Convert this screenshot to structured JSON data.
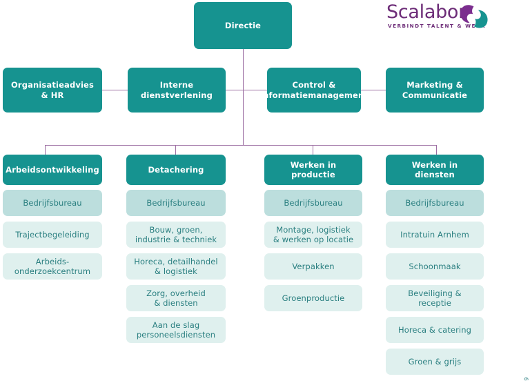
{
  "brand": {
    "name": "Scalabor",
    "tagline": "VERBINDT TALENT & WERK",
    "logo_purple": "#6d2d78",
    "logo_teal": "#169390"
  },
  "colors": {
    "teal": "#169390",
    "light_teal": "#dff0ee",
    "light_teal_shaded": "#bcdedd",
    "connector_purple": "#9d6fa3",
    "light_box_text": "#2a7f80"
  },
  "corner_code": "0819",
  "top": {
    "label": "Directie"
  },
  "staff_row": [
    {
      "label": "Organisatieadvies & HR"
    },
    {
      "label": "Interne dienstverlening"
    },
    {
      "label": "Control &\ninformatiemanagement"
    },
    {
      "label": "Marketing &\nCommunicatie"
    }
  ],
  "columns": [
    {
      "header": "Arbeidsontwikkeling",
      "items": [
        {
          "label": "Bedrijfsbureau",
          "shaded": true
        },
        {
          "label": "Trajectbegeleiding",
          "shaded": false
        },
        {
          "label": "Arbeids-\nonderzoekcentrum",
          "shaded": false
        }
      ]
    },
    {
      "header": "Detachering",
      "items": [
        {
          "label": "Bedrijfsbureau",
          "shaded": true
        },
        {
          "label": "Bouw, groen,\nindustrie & techniek",
          "shaded": false
        },
        {
          "label": "Horeca, detailhandel\n& logistiek",
          "shaded": false
        },
        {
          "label": "Zorg, overheid\n& diensten",
          "shaded": false
        },
        {
          "label": "Aan de slag\npersoneelsdiensten",
          "shaded": false
        }
      ]
    },
    {
      "header": "Werken in productie",
      "items": [
        {
          "label": "Bedrijfsbureau",
          "shaded": true
        },
        {
          "label": "Montage, logistiek\n& werken op locatie",
          "shaded": false
        },
        {
          "label": "Verpakken",
          "shaded": false
        },
        {
          "label": "Groenproductie",
          "shaded": false
        }
      ]
    },
    {
      "header": "Werken in diensten",
      "items": [
        {
          "label": "Bedrijfsbureau",
          "shaded": true
        },
        {
          "label": "Intratuin Arnhem",
          "shaded": false
        },
        {
          "label": "Schoonmaak",
          "shaded": false
        },
        {
          "label": "Beveiliging & receptie",
          "shaded": false
        },
        {
          "label": "Horeca & catering",
          "shaded": false
        },
        {
          "label": "Groen & grijs",
          "shaded": false
        }
      ]
    }
  ]
}
